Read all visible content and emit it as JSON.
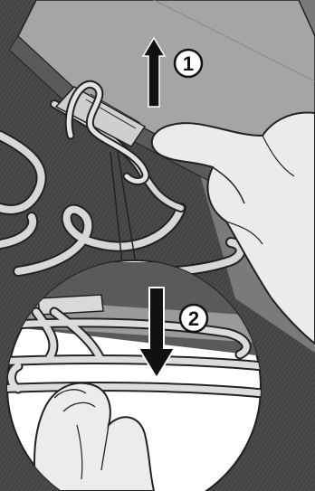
{
  "steps": [
    {
      "number": "1",
      "direction": "up",
      "arrow_icon": "arrow-up-icon"
    },
    {
      "number": "2",
      "direction": "down",
      "arrow_icon": "arrow-down-icon"
    }
  ],
  "colors": {
    "panel_dark": "#3c3c3c",
    "panel_mid": "#6f6f6f",
    "ceiling": "#9a9a9a",
    "heating_element": "#d7d7d7",
    "hand": "#e6e6e6",
    "outline": "#222222",
    "inset_background": "#ffffff"
  }
}
